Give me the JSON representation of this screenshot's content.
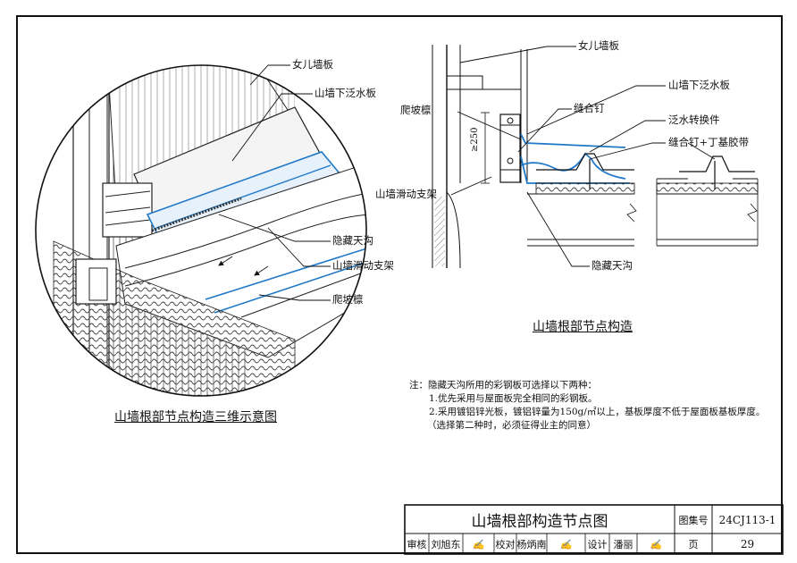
{
  "labels_3d": {
    "parapet_panel": "女儿墙板",
    "flashing": "山墙下泛水板",
    "hidden_gutter": "隐藏天沟",
    "sliding_bracket": "山墙滑动支架",
    "purlin": "爬坡檩"
  },
  "caption_3d": "山墙根部节点构造三维示意图",
  "labels_section": {
    "parapet_panel": "女儿墙板",
    "flashing": "山墙下泛水板",
    "purlin": "爬坡檩",
    "seam_nail": "缝合钉",
    "transfer": "泛水转换件",
    "seam_nail_butyl": "缝合钉+丁基胶带",
    "sliding_bracket": "山墙滑动支架",
    "hidden_gutter": "隐藏天沟",
    "dimension": "≥250"
  },
  "caption_section": "山墙根部节点构造",
  "notes": {
    "head": "注：隐藏天沟所用的彩钢板可选择以下两种：",
    "item1": "1.优先采用与屋面板完全相同的彩钢板。",
    "item2": "2.采用镀铝锌光板，镀铝锌量为150g/㎡以上，基板厚度不低于屋面板基板厚度。",
    "item3": "（选择第二种时，必须征得业主的同意）"
  },
  "title_block": {
    "title": "山墙根部构造节点图",
    "atlas_label": "图集号",
    "atlas_number": "24CJ113-1",
    "review_label": "审核",
    "review_name": "刘旭东",
    "check_label": "校对",
    "check_name": "杨炳南",
    "design_label": "设计",
    "design_name": "潘丽",
    "page_label": "页",
    "page_number": "29"
  }
}
